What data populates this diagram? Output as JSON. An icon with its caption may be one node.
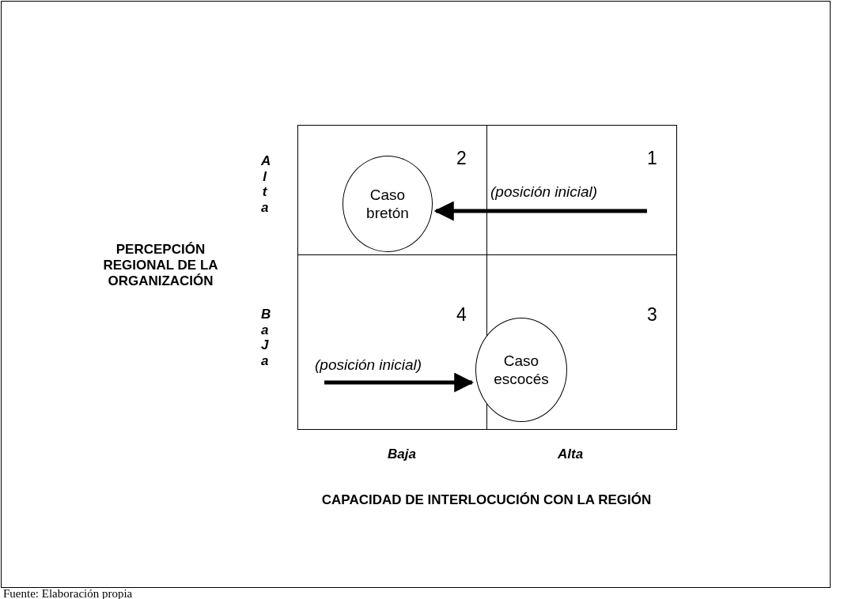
{
  "diagram": {
    "caption": "Fuente: Elaboración propia",
    "nodes": [
      {
        "text": [
          "2"
        ]
      },
      {
        "text": [
          "Caso bretón"
        ],
        "in": 0
      },
      {
        "text": [
          "1"
        ]
      },
      {
        "text": [
          "4"
        ]
      },
      {
        "text": [
          "3"
        ]
      },
      {
        "text": [
          "Caso escocés"
        ]
      }
    ],
    "edges": [
      {
        "from": 2,
        "to": 1,
        "arrow": "to",
        "label": "(posición inicial)"
      },
      {
        "from": 3,
        "to": 5,
        "arrow": "to",
        "label": "(posición inicial)"
      }
    ],
    "labels": [
      "Alta",
      "PERCEPCIÓN REGIONAL DE LA ORGANIZACIÓN",
      "BaJa",
      "Baja",
      "Alta",
      "CAPACIDAD DE INTERLOCUCIÓN CON LA REGIÓN"
    ]
  }
}
